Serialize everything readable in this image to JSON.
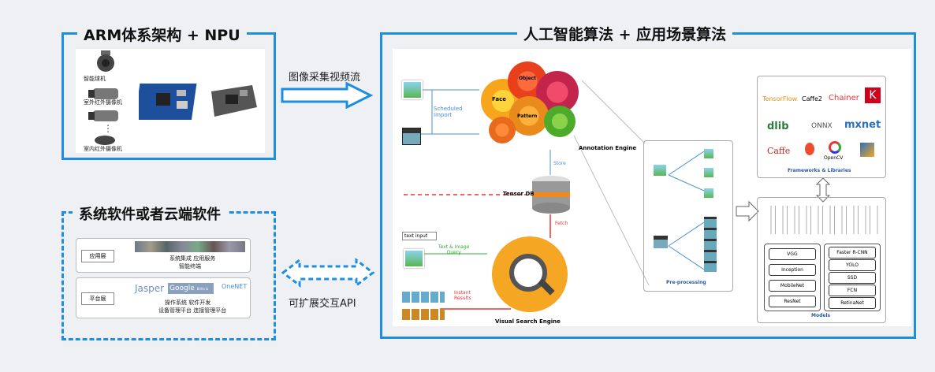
{
  "arm": {
    "title": "ARM体系架构 + NPU",
    "cam_labels": [
      "智能球机",
      "室外红外摄像机",
      "室内红外摄像机"
    ],
    "dots": "⋮"
  },
  "ai": {
    "title": "人工智能算法 + 应用场景算法"
  },
  "flow": {
    "video_label": "图像采集视频流",
    "api_label": "可扩展交互API"
  },
  "sys": {
    "title": "系统软件或者云端软件",
    "app_layer": "应用层",
    "platform_layer": "平台层",
    "app_line1": "系统集成  应用服务",
    "app_line2": "智能终端",
    "brand_jasper": "Jasper",
    "brand_google": "Google",
    "brand_google_sub": "Brillo & Weave",
    "brand_onenet": "OneNET",
    "plat_line1": "操作系统  软件开发",
    "plat_line2": "设备管理平台  连接管理平台"
  },
  "pipeline": {
    "scheduled_import": "Scheduled\nImport",
    "annotation_engine": "Annotation Engine",
    "store": "Store",
    "tensor_db": "Tensor DB",
    "fetch": "Fetch",
    "text_input": "text input",
    "text_image_query": "Text & Image\nQuery",
    "instant_results": "Instant\nResults",
    "visual_search_engine": "Visual Search Engine",
    "preprocessing": "Pre-processing",
    "frameworks_libraries": "Frameworks & Libraries",
    "models_title": "Models",
    "gear_labels": [
      "Face",
      "Object",
      "Pattern"
    ]
  },
  "frameworks": [
    "TensorFlow",
    "Caffe2",
    "Chainer",
    "K",
    "dlib",
    "ONNX",
    "mxnet",
    "Caffe",
    "OpenCV"
  ],
  "models_left": [
    "VGG",
    "Inception",
    "MobileNet",
    "ResNet"
  ],
  "models_right": [
    "Faster R-CNN",
    "YOLO",
    "SSD",
    "FCN",
    "RetinaNet"
  ],
  "colors": {
    "accent": "#1e8fe0",
    "fetch_red": "#e33",
    "orange": "#f28c1e"
  }
}
